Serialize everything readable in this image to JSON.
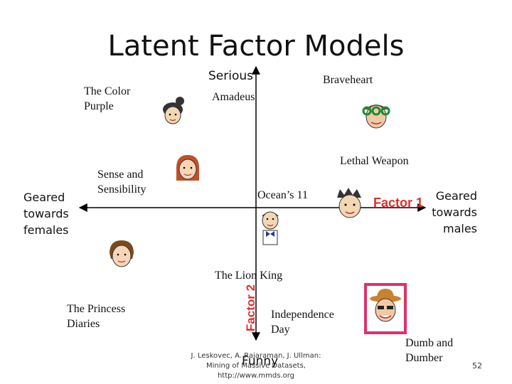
{
  "slide": {
    "title": "Latent Factor Models",
    "page_number": "52",
    "citation": [
      "J. Leskovec, A. Rajaraman, J. Ullman:",
      "Mining of Massive Datasets,",
      "http://www.mmds.org"
    ]
  },
  "axes": {
    "top_label": "Serious",
    "bottom_label": "Funny",
    "left_label": [
      "Geared",
      "towards",
      "females"
    ],
    "right_label": [
      "Geared",
      "towards",
      "males"
    ],
    "horizontal_axis_name": "Factor 1",
    "vertical_axis_name": "Factor 2"
  },
  "movies": {
    "color_purple": [
      "The Color",
      "Purple"
    ],
    "amadeus": "Amadeus",
    "braveheart": "Braveheart",
    "sense_and_sensibility": [
      "Sense and",
      "Sensibility"
    ],
    "lethal_weapon": "Lethal Weapon",
    "oceans_11": "Ocean’s 11",
    "lion_king": "The Lion King",
    "princess_diaries": [
      "The Princess",
      "Diaries"
    ],
    "independence_day": [
      "Independence",
      "Day"
    ],
    "dumb_and_dumber": [
      "Dumb and",
      "Dumber"
    ]
  },
  "colors": {
    "axis": "#000000",
    "factor_label": "#e03030",
    "highlight_box": "#e0306a"
  }
}
